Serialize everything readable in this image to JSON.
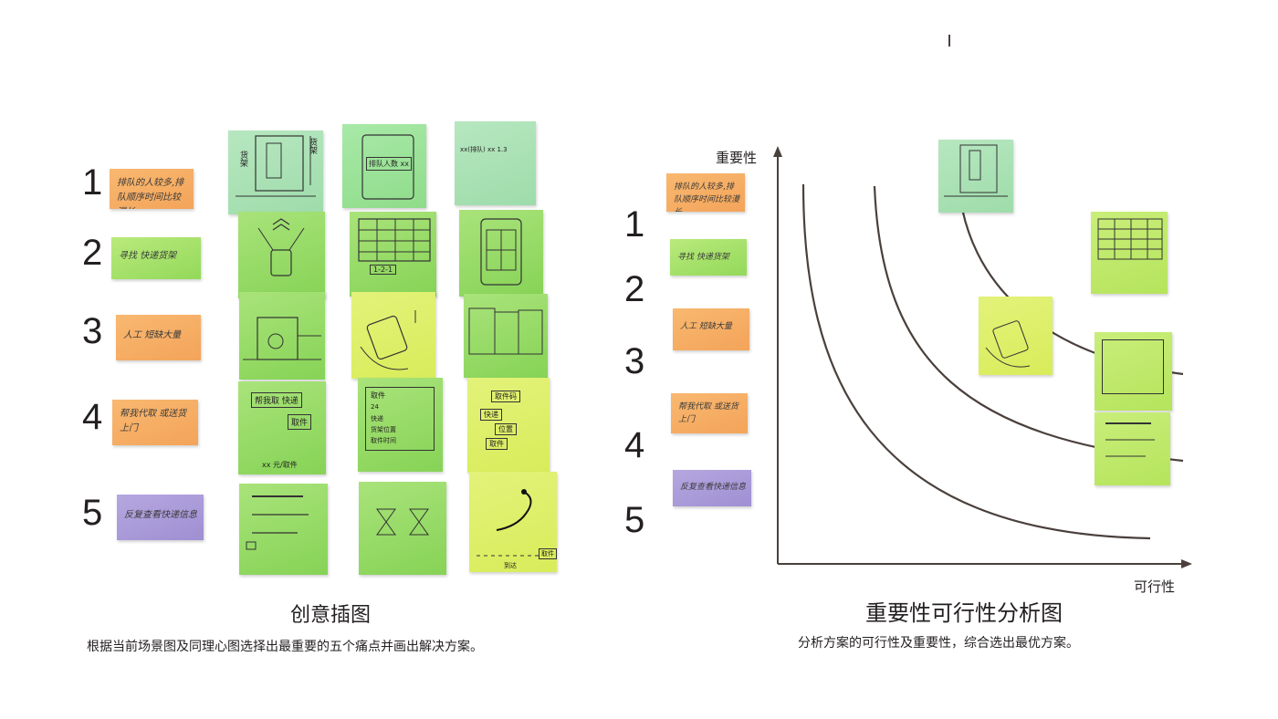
{
  "left_panel": {
    "title": "创意插图",
    "caption": "根据当前场景图及同理心图选择出最重要的五个痛点并画出解决方案。",
    "rows": [
      {
        "number": "1",
        "note_text": "排队的人较多,排队顺序时间比较漫长",
        "color": "orange"
      },
      {
        "number": "2",
        "note_text": "寻找 快递货架",
        "color": "green"
      },
      {
        "number": "3",
        "note_text": "人工 短缺大量",
        "color": "orange"
      },
      {
        "number": "4",
        "note_text": "帮我代取 或送货上门",
        "color": "orange"
      },
      {
        "number": "5",
        "note_text": "反复查看快递信息",
        "color": "purple"
      }
    ],
    "sketch_labels": {
      "c1r1_a": "货架",
      "c1r1_b": "货架",
      "c2r1": "排队人数 xx",
      "c3r1": "xx(排队) xx 1.3",
      "c2r2": "1-2-1",
      "c1r4_top": "帮我取 快递",
      "c1r4_btn": "取件",
      "c1r4_bottom": "xx 元/取件",
      "c2r4_head": "取件",
      "c2r4_lines": [
        "24",
        "快递",
        "货架位置",
        "取件时间"
      ],
      "c3r4_chips": [
        "取件码",
        "快递",
        "位置",
        "取件"
      ],
      "c3r5_end": "取件",
      "c3r5_bottom": "到达"
    }
  },
  "right_panel": {
    "title": "重要性可行性分析图",
    "caption": "分析方案的可行性及重要性，综合选出最优方案。",
    "y_axis_label": "重要性",
    "x_axis_label": "可行性",
    "rows": [
      {
        "number": "1",
        "note_text": "排队的人较多,排队顺序时间比较漫长",
        "color": "orange"
      },
      {
        "number": "2",
        "note_text": "寻找 快递货架",
        "color": "green"
      },
      {
        "number": "3",
        "note_text": "人工 短缺大量",
        "color": "orange"
      },
      {
        "number": "4",
        "note_text": "帮我代取 或送货上门",
        "color": "orange"
      },
      {
        "number": "5",
        "note_text": "反复查看快递信息",
        "color": "purple"
      }
    ]
  },
  "colors": {
    "orange": "#f5a862",
    "green": "#9ede63",
    "purple": "#a797d9",
    "axis": "#4a403c",
    "curve": "#4a403c"
  }
}
